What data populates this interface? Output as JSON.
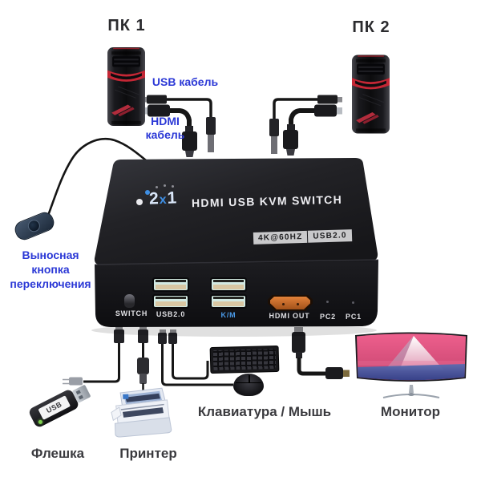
{
  "labels": {
    "pc1": "ПК 1",
    "pc2": "ПК 2",
    "usb_cable": "USB кабель",
    "hdmi_l1": "HDMI",
    "hdmi_l2": "кабель",
    "remote_l1": "Выносная",
    "remote_l2": "кнопка",
    "remote_l3": "переключения",
    "flash": "Флешка",
    "printer": "Принтер",
    "keyboard_mouse": "Клавиатура / Мышь",
    "monitor": "Монитор"
  },
  "device": {
    "logo_2": "2",
    "logo_x": "x",
    "logo_1": "1",
    "title": "HDMI USB KVM SWITCH",
    "badge_4k": "4K@60HZ",
    "badge_usb": "USB2.0",
    "ports": {
      "switch": "SWITCH",
      "usb": "USB2.0",
      "km": "K/M",
      "hdmi": "HDMI OUT",
      "pc2": "PC2",
      "pc1": "PC1"
    },
    "flash_text": "USB"
  },
  "colors": {
    "accent_blue": "#2b38d6",
    "km_label_blue": "#4a9ae8",
    "logo_blue": "#3f8fe4",
    "badge_bg": "#c9c9cb",
    "box_black": "#141417",
    "hdmi_port_orange": "#c2621f",
    "led_green": "#7ed14e",
    "tower_red": "#c52735",
    "label_dark": "#3a3a3e"
  }
}
